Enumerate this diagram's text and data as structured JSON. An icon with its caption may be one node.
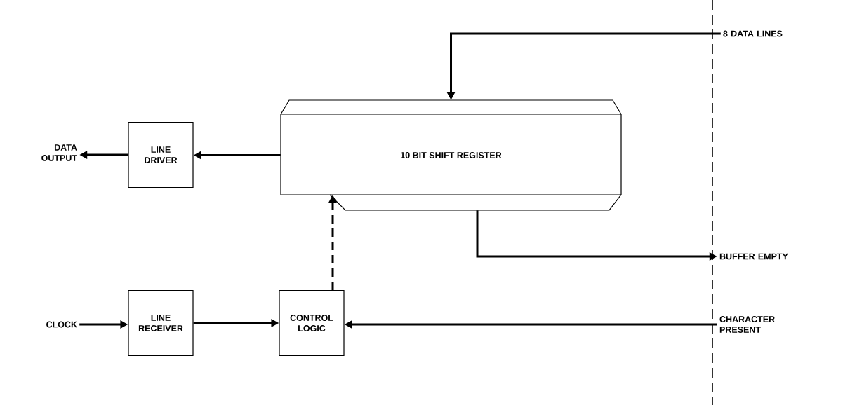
{
  "diagram": {
    "nodes": [
      {
        "text": [
          "DATA OUTPUT"
        ]
      },
      {
        "text": [
          "LINE DRIVER"
        ]
      },
      {
        "text": [
          "10 BIT SHIFT REGISTER"
        ]
      },
      {
        "text": [
          "8 DATA LINES"
        ]
      },
      {
        "text": [
          "BUFFER EMPTY"
        ]
      },
      {
        "text": [
          "CLOCK"
        ]
      },
      {
        "text": [
          "LINE RECEIVER"
        ]
      },
      {
        "text": [
          "CONTROL LOGIC"
        ]
      },
      {
        "text": [
          "CHARACTER PRESENT"
        ]
      }
    ],
    "edges": [
      {
        "from": 3,
        "to": 2,
        "arrow": "to"
      },
      {
        "from": 2,
        "to": 1,
        "arrow": "to"
      },
      {
        "from": 1,
        "to": 0,
        "arrow": "to"
      },
      {
        "from": 2,
        "to": 4,
        "arrow": "to"
      },
      {
        "from": 5,
        "to": 6,
        "arrow": "to"
      },
      {
        "from": 6,
        "to": 7,
        "arrow": "to"
      },
      {
        "from": 8,
        "to": 7,
        "arrow": "to"
      },
      {
        "from": 7,
        "to": 2,
        "arrow": "to",
        "style": "dashed"
      }
    ]
  }
}
